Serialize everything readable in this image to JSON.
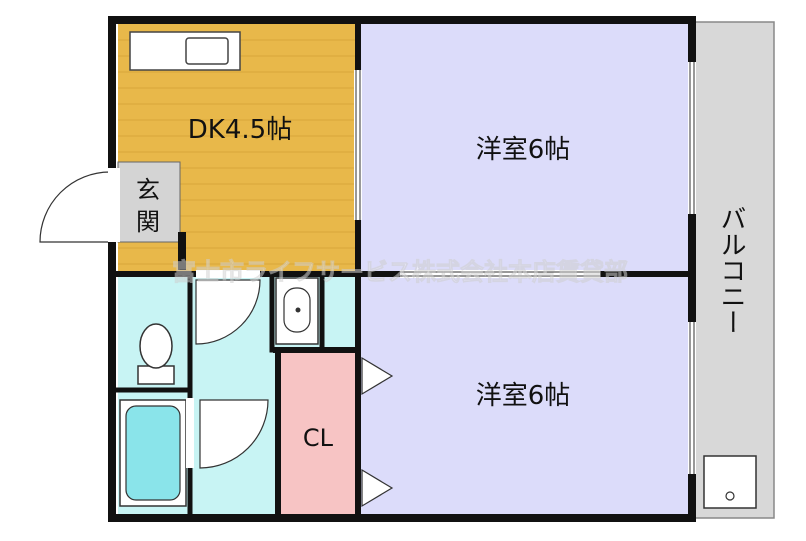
{
  "rooms": {
    "dk": "DK4.5帖",
    "western_upper": "洋室6帖",
    "western_lower": "洋室6帖",
    "genkan": [
      "玄",
      "関"
    ],
    "closet": "CL",
    "balcony": "バルコニー"
  },
  "watermark": "富士市ライフサービス株式会社本店賃貸部",
  "colors": {
    "wall": "#111111",
    "dk_floor": "#e8b84a",
    "western_floor": "#dcdcfa",
    "wet_area": "#c8f4f4",
    "closet": "#f7c4c4",
    "balcony": "#d8d8d8",
    "genkan": "#d4d4d4"
  }
}
